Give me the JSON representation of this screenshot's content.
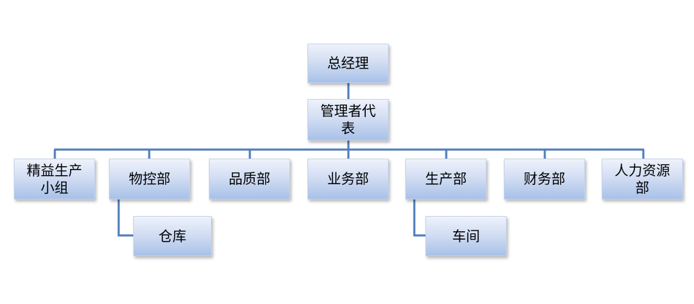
{
  "chart": {
    "top": "总经理",
    "representative": "管理者代表",
    "departments": [
      "精益生产小组",
      "物控部",
      "品质部",
      "业务部",
      "生产部",
      "财务部",
      "人力资源部"
    ],
    "sub_units": {
      "warehouse": "仓库",
      "workshop": "车间"
    }
  },
  "colors": {
    "connector": "#4f7dbb",
    "box_top": "#eef2fb",
    "box_bottom": "#a8c1e8",
    "text": "#000000"
  }
}
